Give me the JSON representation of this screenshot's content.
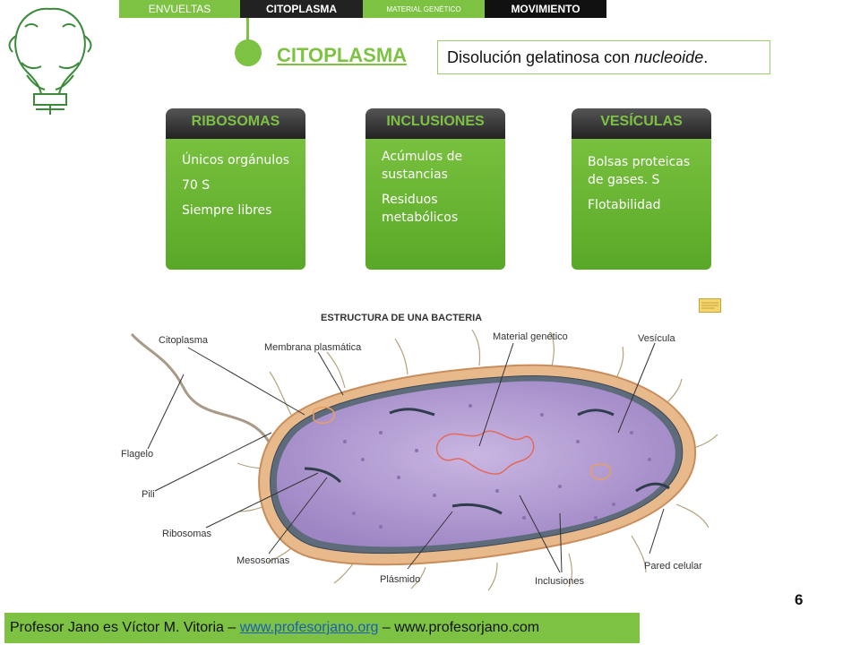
{
  "nav": {
    "tabs": [
      {
        "label": "ENVUELTAS"
      },
      {
        "label": "CITOPLASMA"
      },
      {
        "label": "MATERIAL GENÉTICO"
      },
      {
        "label": "MOVIMIENTO"
      }
    ]
  },
  "section": {
    "title": "CITOPLASMA",
    "definition_prefix": "Disolución gelatinosa con ",
    "definition_emphasis": "nucleoide",
    "definition_suffix": "."
  },
  "cards": [
    {
      "title": "RIBOSOMAS",
      "lines": [
        "Únicos orgánulos",
        "70 S",
        "Siempre libres"
      ]
    },
    {
      "title": "INCLUSIONES",
      "lines": [
        "Acúmulos de sustancias",
        "Residuos metabólicos"
      ]
    },
    {
      "title": "VESÍCULAS",
      "lines": [
        "Bolsas proteicas de gases. S",
        "Flotabilidad"
      ]
    }
  ],
  "diagram": {
    "title": "ESTRUCTURA DE UNA BACTERIA",
    "labels": {
      "citoplasma": "Citoplasma",
      "membrana": "Membrana plasmática",
      "material": "Material genético",
      "vesicula": "Vesícula",
      "flagelo": "Flagelo",
      "pili": "Pili",
      "ribosomas": "Ribosomas",
      "mesosomas": "Mesosomas",
      "plasmido": "Plásmido",
      "inclusiones": "Inclusiones",
      "pared": "Pared celular"
    }
  },
  "page_number": "6",
  "footer": {
    "prefix": "Profesor Jano es Víctor M. Vitoria – ",
    "link": "www.profesorjano.org",
    "suffix": " – www.profesorjano.com"
  },
  "colors": {
    "accent": "#7dc243",
    "dark_tab": "#222222",
    "link": "#1a5eb8",
    "cell_fill": "#b9a4d6",
    "cell_wall": "#e8b98a"
  },
  "icons": [
    "janus-logo-icon",
    "note-icon"
  ]
}
